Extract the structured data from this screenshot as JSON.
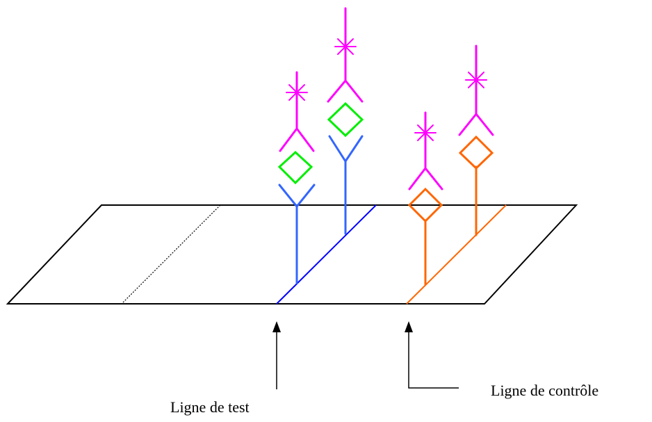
{
  "labels": {
    "test_line": "Ligne de test",
    "control_line": "Ligne de contrôle"
  },
  "colors": {
    "strip_outline": "#000000",
    "test_line": "#0000ff",
    "capture_antibody_test": "#3366ff",
    "control_line": "#ff6600",
    "detection_antibody": "#ff00ff",
    "antigen_analyte": "#00ee00",
    "antigen_control": "#ff6600",
    "arrow": "#000000"
  },
  "icons": {
    "label_marker": "asterisk",
    "antigen": "diamond",
    "antibody": "y-shape"
  }
}
